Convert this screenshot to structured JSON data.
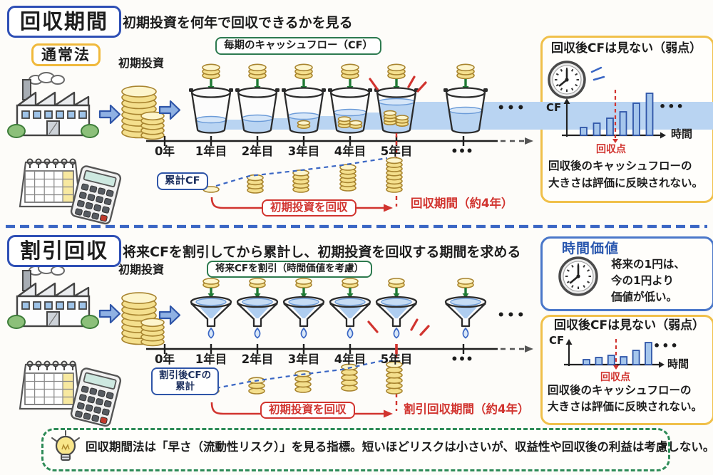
{
  "header": {
    "title": "回収期間",
    "subtitle": "初期投資を何年で回収できるかを見る"
  },
  "section_normal": {
    "badge": "通常法",
    "initial_investment_label": "初期投資",
    "cashflow_box_label": "毎期のキャッシュフロー（CF）",
    "timeline_ticks": [
      "0年",
      "1年目",
      "2年目",
      "3年目",
      "4年目",
      "5年目",
      "•••"
    ],
    "ellipsis": "•••",
    "cumulative_label": "累計CF",
    "recover_label": "初期投資を回収",
    "period_label": "回収期間（約4年）"
  },
  "section_discount": {
    "badge": "割引回収",
    "subtitle": "将来CFを割引してから累計し、初期投資を回収する期間を求める",
    "initial_investment_label": "初期投資",
    "cashflow_box_label": "将来CFを割引（時間価値を考慮）",
    "timeline_ticks": [
      "0年",
      "1年目",
      "2年目",
      "3年目",
      "4年目",
      "5年目",
      "•••"
    ],
    "ellipsis": "•••",
    "cumulative_label_line1": "割引後CFの",
    "cumulative_label_line2": "累計",
    "recover_label": "初期投資を回収",
    "period_label": "割引回収期間（約4年）"
  },
  "panel_weakness_top": {
    "title": "回収後CFは見ない（弱点）",
    "y_axis": "CF",
    "x_axis": "時間",
    "payback_point": "回収点",
    "ellipsis": "•••",
    "caption_line1": "回収後のキャッシュフローの",
    "caption_line2": "大きさは評価に反映されない。"
  },
  "panel_time_value": {
    "title": "時間価値",
    "line1": "将来の1円は、",
    "line2": "今の1円より",
    "line3": "価値が低い。"
  },
  "panel_weakness_bottom": {
    "title": "回収後CFは見ない（弱点）",
    "y_axis": "CF",
    "x_axis": "時間",
    "payback_point": "回収点",
    "ellipsis": "•••",
    "caption_line1": "回収後のキャッシュフローの",
    "caption_line2": "大きさは評価に反映されない。"
  },
  "tip": {
    "text": "回収期間法は「早さ（流動性リスク）」を見る指標。短いほどリスクは小さいが、収益性や回収後の利益は考慮しない。"
  },
  "icons": {
    "clock": "clock-icon",
    "lightbulb": "lightbulb-icon",
    "factory": "factory-icon",
    "calendar": "calendar-icon",
    "calculator": "calculator-icon",
    "coin_stack": "coin-stack-icon",
    "bucket": "bucket-icon",
    "funnel": "funnel-icon",
    "water_drop": "water-drop-icon",
    "blue_arrow": "blue-arrow-icon"
  },
  "colors": {
    "accent_blue": "#2e4fb5",
    "accent_yellow": "#f0b93c",
    "accent_green": "#2d7a4f",
    "accent_red": "#d1342f",
    "dashed_blue": "#3a66c4",
    "bar_fill": "#a5c6ec",
    "bar_stroke": "#2f55a8",
    "water": "#b9d4f2",
    "coin": "#f4df8d"
  },
  "chart_data": [
    {
      "type": "bar",
      "title": "回収後CFは見ない（弱点）（上段パネル）",
      "xlabel": "時間",
      "ylabel": "CF",
      "values": [
        11,
        17,
        24,
        33,
        45,
        59
      ],
      "unit": "relative CF height (axes unlabeled, hand-drawn)",
      "payback_marker_after_bar": 3,
      "marker_label": "回収点",
      "legend": false,
      "grid": false
    },
    {
      "type": "bar",
      "title": "回収後CFは見ない（弱点）（下段パネル）",
      "xlabel": "時間",
      "ylabel": "CF",
      "values": [
        7,
        10,
        13,
        11,
        20,
        31
      ],
      "unit": "relative CF height (axes unlabeled, hand-drawn)",
      "payback_marker_after_bar": 3,
      "marker_label": "回収点",
      "legend": false,
      "grid": false
    }
  ]
}
